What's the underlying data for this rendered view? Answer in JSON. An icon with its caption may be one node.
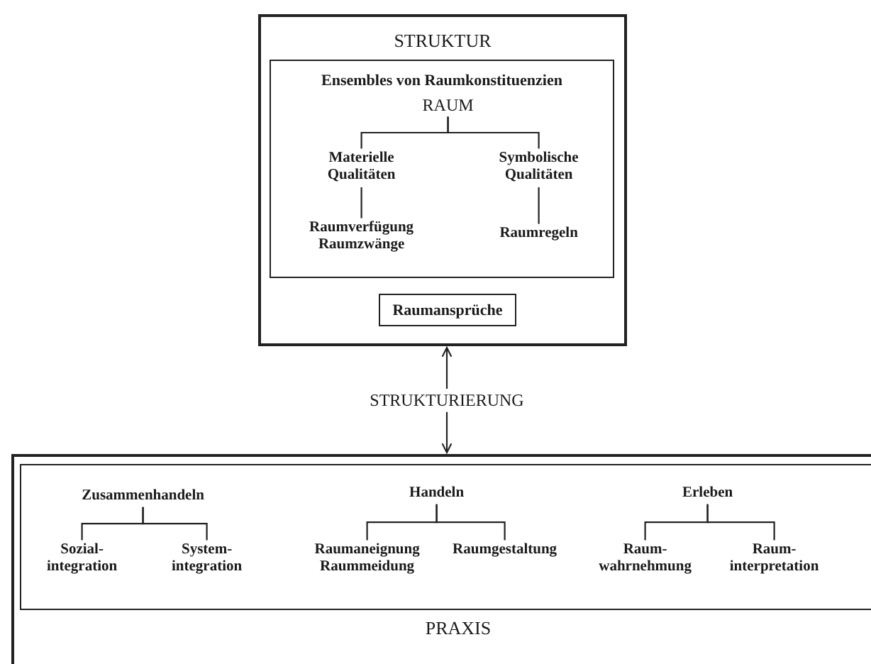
{
  "diagram": {
    "nodes": [
      {
        "text": [
          "STRUKTUR"
        ]
      },
      {
        "text": [
          "Ensembles von Raumkonstituenzien"
        ],
        "in": 0
      },
      {
        "text": [
          "RAUM"
        ],
        "in": 1
      },
      {
        "text": [
          "Materielle Qualitäten"
        ],
        "in": 1
      },
      {
        "text": [
          "Symbolische Qualitäten"
        ],
        "in": 1
      },
      {
        "text": [
          "Raumverfügung Raumzwänge"
        ],
        "in": 1
      },
      {
        "text": [
          "Raumregeln"
        ],
        "in": 1
      },
      {
        "text": [
          "Raumansprüche"
        ],
        "in": 0
      },
      {
        "text": [
          "STRUKTURIERUNG"
        ]
      },
      {
        "text": [
          "PRAXIS"
        ]
      },
      {
        "text": [],
        "shape": "box",
        "in": 9
      },
      {
        "text": [
          "Zusammenhandeln"
        ],
        "in": 10
      },
      {
        "text": [
          "Sozial- integration"
        ],
        "in": 10
      },
      {
        "text": [
          "System- integration"
        ],
        "in": 10
      },
      {
        "text": [
          "Handeln"
        ],
        "in": 10
      },
      {
        "text": [
          "Raumaneignung Raummeidung"
        ],
        "in": 10
      },
      {
        "text": [
          "Raumgestaltung"
        ],
        "in": 10
      },
      {
        "text": [
          "Erleben"
        ],
        "in": 10
      },
      {
        "text": [
          "Raum- wahrnehmung"
        ],
        "in": 10
      },
      {
        "text": [
          "Raum- interpretation"
        ],
        "in": 10
      }
    ],
    "edges": [
      {
        "from": 2,
        "to": 3,
        "arrow": "none"
      },
      {
        "from": 2,
        "to": 4,
        "arrow": "none"
      },
      {
        "from": 3,
        "to": 5,
        "arrow": "none"
      },
      {
        "from": 4,
        "to": 6,
        "arrow": "none"
      },
      {
        "from": 8,
        "to": 0,
        "arrow": "to"
      },
      {
        "from": 8,
        "to": 9,
        "arrow": "to"
      },
      {
        "from": 11,
        "to": 12,
        "arrow": "none"
      },
      {
        "from": 11,
        "to": 13,
        "arrow": "none"
      },
      {
        "from": 14,
        "to": 15,
        "arrow": "none"
      },
      {
        "from": 14,
        "to": 16,
        "arrow": "none"
      },
      {
        "from": 17,
        "to": 18,
        "arrow": "none"
      },
      {
        "from": 17,
        "to": 19,
        "arrow": "none"
      }
    ]
  }
}
